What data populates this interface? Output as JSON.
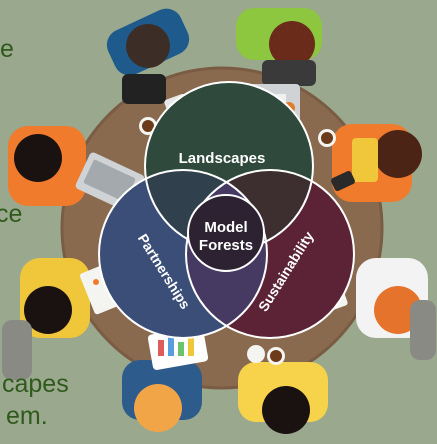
{
  "edge_text": {
    "top_left": "e",
    "mid_left": "ce",
    "bottom_line1": "capes",
    "bottom_line2": "em."
  },
  "venn": {
    "top": "Landscapes",
    "left": "Partnerships",
    "right": "Sustainability",
    "center_line1": "Model",
    "center_line2": "Forests"
  },
  "colors": {
    "background": "#9aa88e",
    "table": "#8a6a4f",
    "landscapes": "#2f4a3d",
    "partnerships": "#3b4e78",
    "sustainability": "#5c2336",
    "center": "#2c2232",
    "edge_text": "#2f5a1c"
  },
  "icons": [
    "person-icon",
    "laptop-icon",
    "tablet-icon",
    "coffee-cup-icon",
    "calculator-icon",
    "phone-icon",
    "document-icon",
    "pen-icon"
  ]
}
